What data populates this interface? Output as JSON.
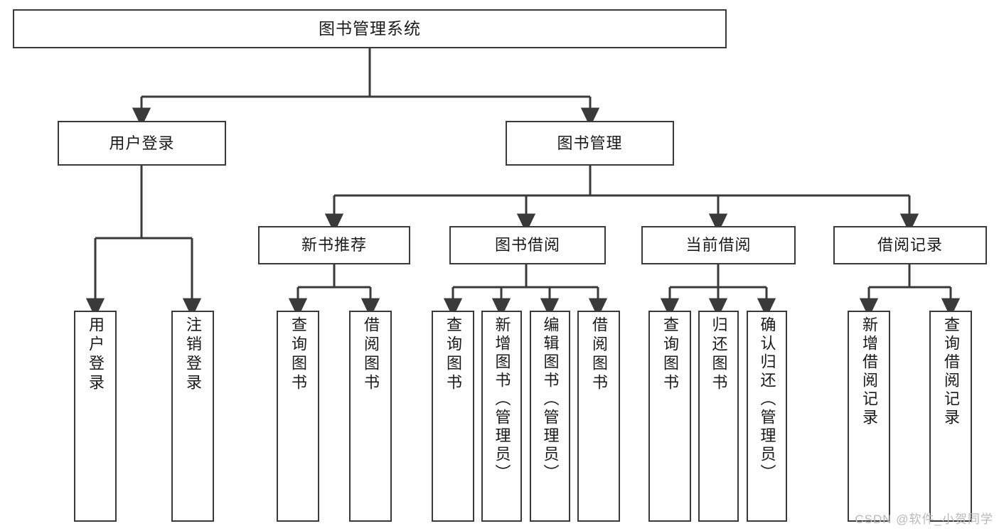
{
  "diagram": {
    "title": "图书管理系统",
    "type": "tree",
    "watermark": "CSDN @软件_小贺同学",
    "colors": {
      "box_border": "#3a3a3a",
      "box_fill": "#ffffff",
      "connector": "#3a3a3a",
      "text": "#1a1a1a",
      "watermark": "#b9b9b9"
    },
    "levels": {
      "root": {
        "label": "图书管理系统"
      },
      "level2": [
        {
          "id": "user-login",
          "label": "用户登录"
        },
        {
          "id": "book-management",
          "label": "图书管理"
        }
      ],
      "level3": [
        {
          "id": "new-book-recommend",
          "label": "新书推荐",
          "parent": "book-management"
        },
        {
          "id": "book-borrow",
          "label": "图书借阅",
          "parent": "book-management"
        },
        {
          "id": "current-borrow",
          "label": "当前借阅",
          "parent": "book-management"
        },
        {
          "id": "borrow-record",
          "label": "借阅记录",
          "parent": "book-management"
        }
      ],
      "leaves": [
        {
          "id": "leaf-user-login",
          "label": "用户登录",
          "parent": "user-login"
        },
        {
          "id": "leaf-logout-login",
          "label": "注销登录",
          "parent": "user-login"
        },
        {
          "id": "leaf-query-book-1",
          "label": "查询图书",
          "parent": "new-book-recommend"
        },
        {
          "id": "leaf-borrow-book-1",
          "label": "借阅图书",
          "parent": "new-book-recommend"
        },
        {
          "id": "leaf-query-book-2",
          "label": "查询图书",
          "parent": "book-borrow"
        },
        {
          "id": "leaf-add-book",
          "label": "新增图书（管理员）",
          "parent": "book-borrow"
        },
        {
          "id": "leaf-edit-book",
          "label": "编辑图书（管理员）",
          "parent": "book-borrow"
        },
        {
          "id": "leaf-borrow-book-2",
          "label": "借阅图书",
          "parent": "book-borrow"
        },
        {
          "id": "leaf-query-book-3",
          "label": "查询图书",
          "parent": "current-borrow"
        },
        {
          "id": "leaf-return-book",
          "label": "归还图书",
          "parent": "current-borrow"
        },
        {
          "id": "leaf-confirm-return",
          "label": "确认归还（管理员）",
          "parent": "current-borrow"
        },
        {
          "id": "leaf-add-record",
          "label": "新增借阅记录",
          "parent": "borrow-record"
        },
        {
          "id": "leaf-query-record",
          "label": "查询借阅记录",
          "parent": "borrow-record"
        }
      ]
    }
  }
}
